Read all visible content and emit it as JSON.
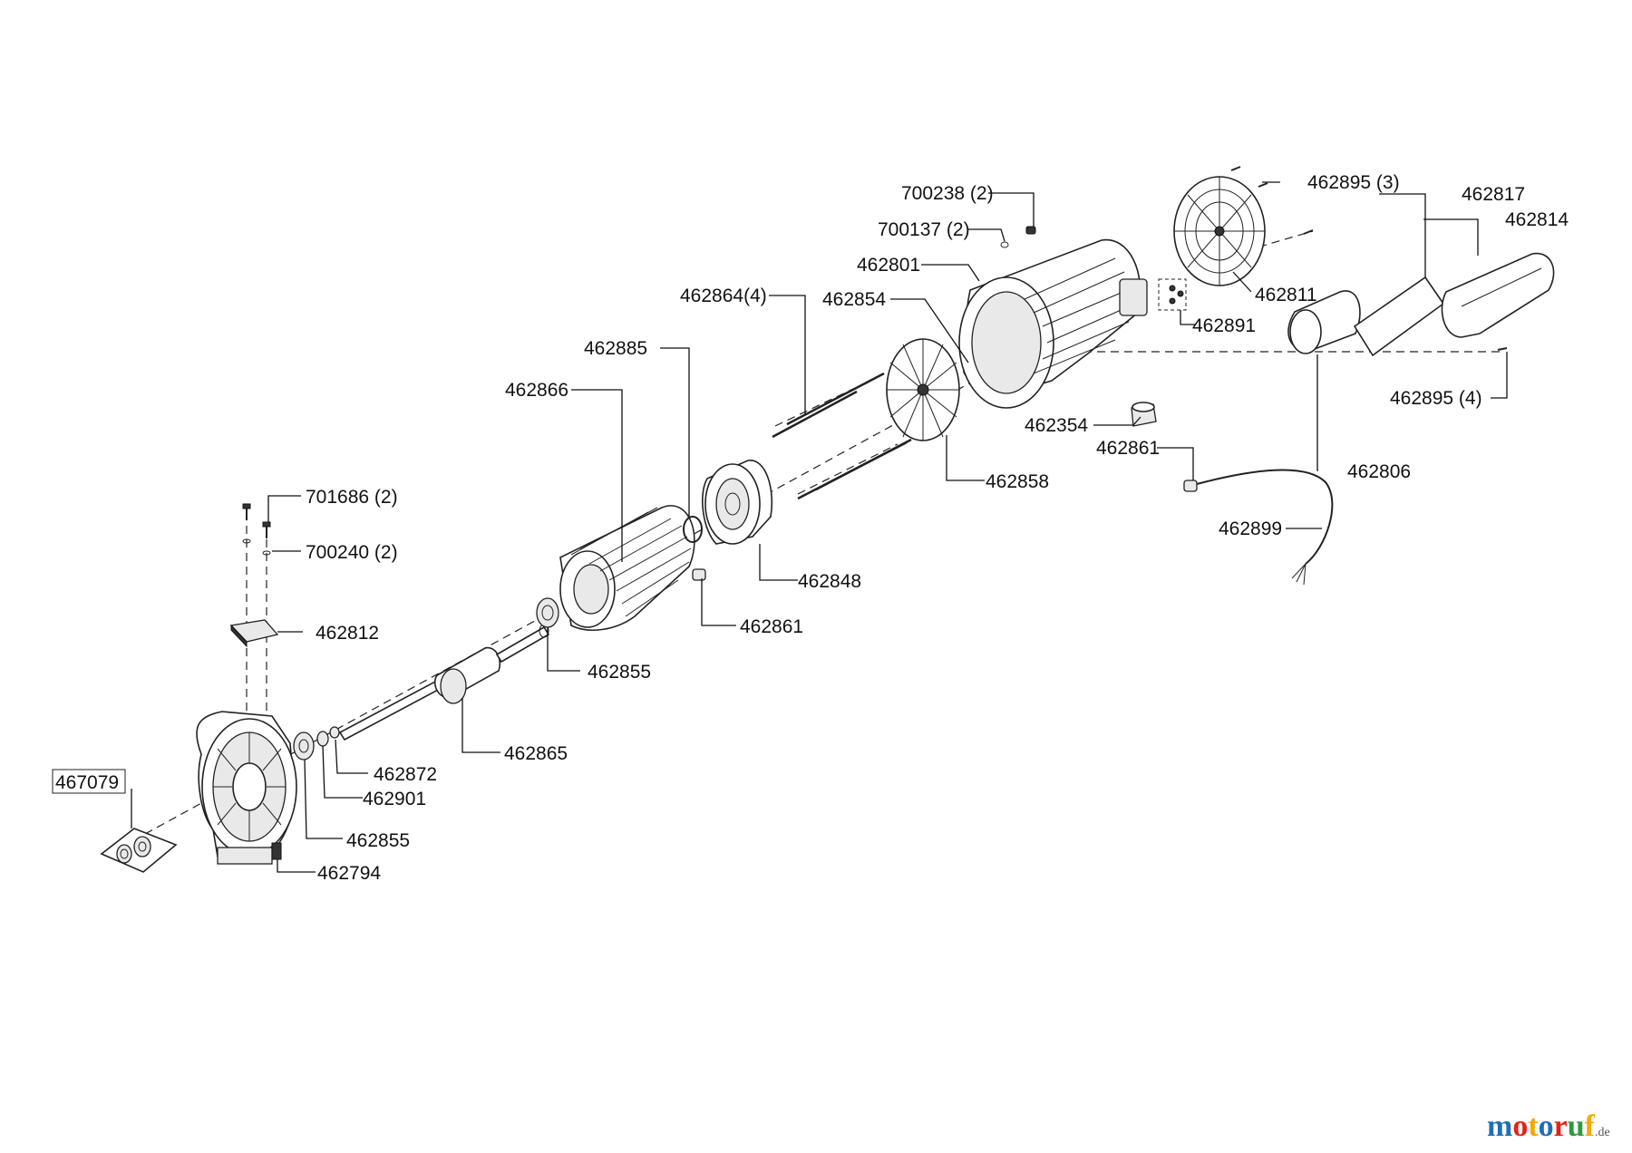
{
  "callouts": [
    {
      "id": "c700238",
      "text": "700238  (2)"
    },
    {
      "id": "c700137",
      "text": "700137 (2)"
    },
    {
      "id": "c462801",
      "text": "462801"
    },
    {
      "id": "c462895a",
      "text": "462895 (3)"
    },
    {
      "id": "c462817",
      "text": "462817"
    },
    {
      "id": "c462814",
      "text": "462814"
    },
    {
      "id": "c462811",
      "text": "462811"
    },
    {
      "id": "c462891",
      "text": "462891"
    },
    {
      "id": "c462864",
      "text": "462864(4)"
    },
    {
      "id": "c462854",
      "text": "462854"
    },
    {
      "id": "c462885",
      "text": "462885"
    },
    {
      "id": "c462866",
      "text": "462866"
    },
    {
      "id": "c462354",
      "text": "462354"
    },
    {
      "id": "c462895b",
      "text": "462895 (4)"
    },
    {
      "id": "c462861a",
      "text": "462861"
    },
    {
      "id": "c462806",
      "text": "462806"
    },
    {
      "id": "c462858",
      "text": "462858"
    },
    {
      "id": "c462899",
      "text": "462899"
    },
    {
      "id": "c701686",
      "text": "701686 (2)"
    },
    {
      "id": "c700240",
      "text": "700240 (2)"
    },
    {
      "id": "c462848",
      "text": "462848"
    },
    {
      "id": "c462861b",
      "text": "462861"
    },
    {
      "id": "c462812",
      "text": "462812"
    },
    {
      "id": "c462855a",
      "text": "462855"
    },
    {
      "id": "c462865",
      "text": "462865"
    },
    {
      "id": "c462872",
      "text": "462872"
    },
    {
      "id": "c462901",
      "text": "462901"
    },
    {
      "id": "c467079",
      "text": "467079"
    },
    {
      "id": "c462855b",
      "text": "462855"
    },
    {
      "id": "c462794",
      "text": "462794"
    }
  ],
  "watermark": {
    "text": "motoruf",
    "suffix": ".de",
    "colors": [
      "#1f6fb5",
      "#e2231a",
      "#f4a900",
      "#1f6fb5",
      "#e2231a",
      "#2e9a3e",
      "#f4a900"
    ]
  }
}
